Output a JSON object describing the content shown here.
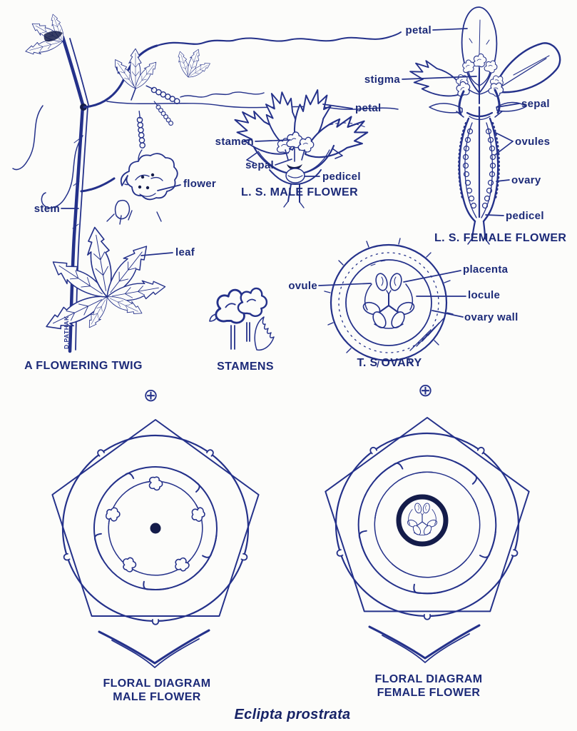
{
  "page": {
    "species_title": "Eclipta prostrata"
  },
  "colors": {
    "ink": "#24318a",
    "ink_dark": "#141c4a",
    "text": "#1c2a78",
    "paper": "#fcfcfa"
  },
  "figures": {
    "twig": {
      "caption": "A FLOWERING TWIG",
      "signature": "D.PATHAK",
      "labels": {
        "stem": "stem",
        "flower": "flower",
        "leaf": "leaf"
      }
    },
    "male_flower": {
      "caption": "L. S. MALE FLOWER",
      "labels": {
        "petal": "petal",
        "stamen": "stamen",
        "sepal": "sepal",
        "pedicel": "pedicel"
      }
    },
    "female_flower": {
      "caption": "L. S. FEMALE FLOWER",
      "labels": {
        "petal": "petal",
        "stigma": "stigma",
        "sepal": "sepal",
        "ovules": "ovules",
        "ovary": "ovary",
        "pedicel": "pedicel"
      }
    },
    "stamens": {
      "caption": "STAMENS"
    },
    "ts_ovary": {
      "caption": "T. S OVARY",
      "labels": {
        "ovule": "ovule",
        "placenta": "placenta",
        "locule": "locule",
        "ovary_wall": "ovary wall"
      }
    },
    "floral_male": {
      "caption_line1": "FLORAL DIAGRAM",
      "caption_line2": "MALE FLOWER",
      "symbol": "⊕"
    },
    "floral_female": {
      "caption_line1": "FLORAL DIAGRAM",
      "caption_line2": "FEMALE FLOWER",
      "symbol": "⊕"
    }
  }
}
